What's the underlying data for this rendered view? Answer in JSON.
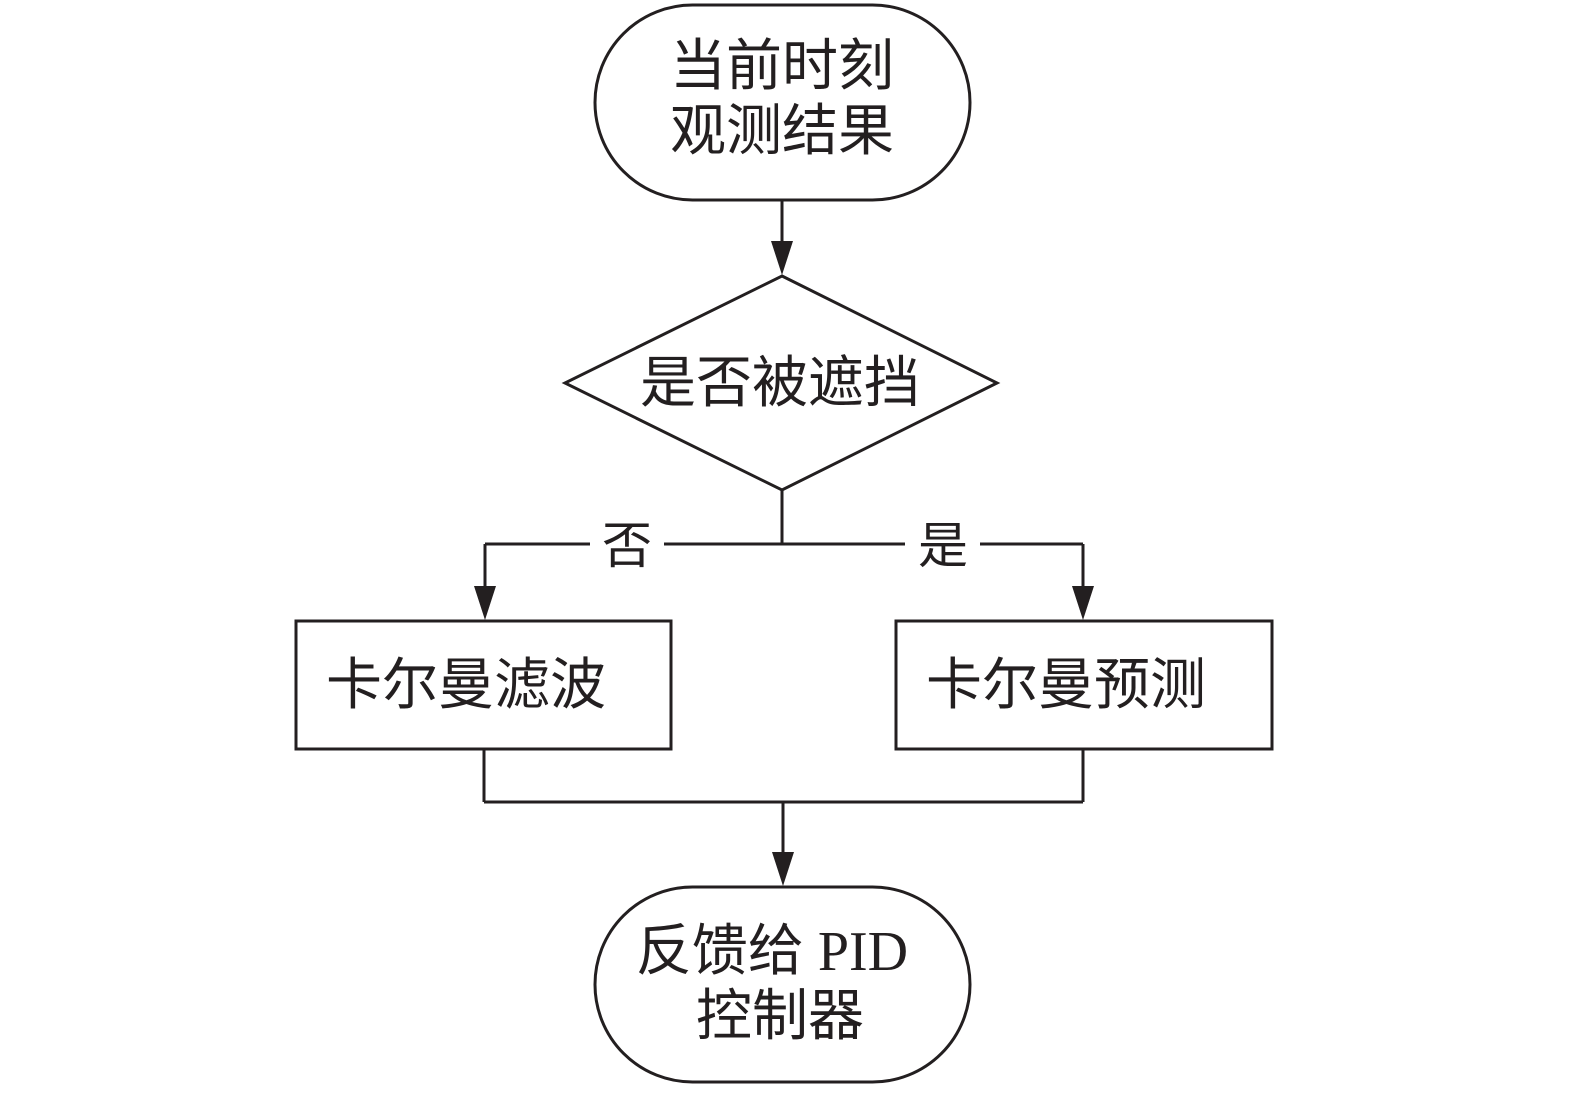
{
  "nodes": {
    "start": {
      "line1": "当前时刻",
      "line2": "观测结果"
    },
    "decision": {
      "label": "是否被遮挡"
    },
    "kalman_filter": {
      "label": "卡尔曼滤波"
    },
    "kalman_predict": {
      "label": "卡尔曼预测"
    },
    "end": {
      "line1": "反馈给 PID",
      "line2": "控制器"
    }
  },
  "edges": {
    "no_label": "否",
    "yes_label": "是"
  }
}
